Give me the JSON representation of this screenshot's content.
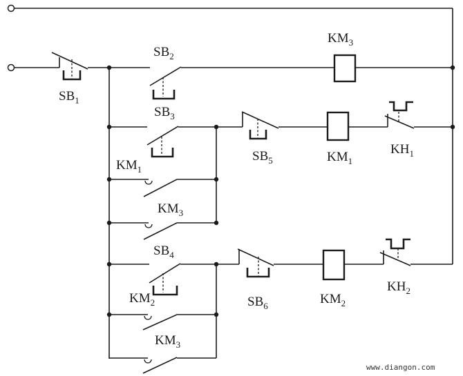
{
  "labels": {
    "sb1": {
      "main": "SB",
      "sub": "1"
    },
    "sb2": {
      "main": "SB",
      "sub": "2"
    },
    "sb3": {
      "main": "SB",
      "sub": "3"
    },
    "sb4": {
      "main": "SB",
      "sub": "4"
    },
    "sb5": {
      "main": "SB",
      "sub": "5"
    },
    "sb6": {
      "main": "SB",
      "sub": "6"
    },
    "km1_coil": {
      "main": "KM",
      "sub": "1"
    },
    "km2_coil": {
      "main": "KM",
      "sub": "2"
    },
    "km3_coil": {
      "main": "KM",
      "sub": "3"
    },
    "km1_contact": {
      "main": "KM",
      "sub": "1"
    },
    "km2_contact": {
      "main": "KM",
      "sub": "2"
    },
    "km3_contact_a": {
      "main": "KM",
      "sub": "3"
    },
    "km3_contact_b": {
      "main": "KM",
      "sub": "3"
    },
    "kh1": {
      "main": "KH",
      "sub": "1"
    },
    "kh2": {
      "main": "KH",
      "sub": "2"
    }
  },
  "watermark": "www.diangon.com"
}
